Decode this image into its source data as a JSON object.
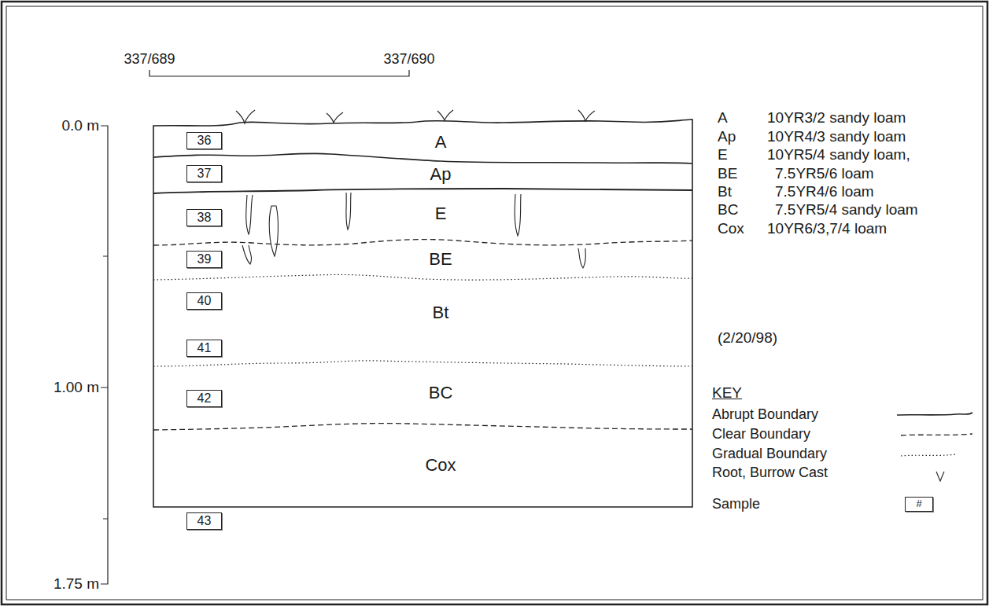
{
  "diagram": {
    "nodes": [
      {
        "text": [
          "36"
        ]
      },
      {
        "text": [
          "37"
        ]
      },
      {
        "text": [
          "38"
        ]
      },
      {
        "text": [
          "39"
        ]
      },
      {
        "text": [
          "40"
        ]
      },
      {
        "text": [
          "41"
        ]
      },
      {
        "text": [
          "42"
        ]
      },
      {
        "text": [
          "43"
        ]
      },
      {
        "text": [
          "#"
        ]
      }
    ],
    "labels": [
      "337/689",
      "337/690",
      "0.0 m",
      "1.00 m",
      "1.75 m",
      "A",
      "Ap",
      "E",
      "BE",
      "Bt",
      "BC",
      "Cox",
      "A",
      "10YR3/2 sandy loam",
      "Ap",
      "10YR4/3 sandy loam",
      "E",
      "10YR5/4 sandy loam,",
      "BE",
      "7.5YR5/6 loam",
      "Bt",
      "7.5YR4/6 loam",
      "BC",
      "7.5YR5/4 sandy loam",
      "Cox",
      "10YR6/3,7/4 loam",
      "(2/20/98)",
      "KEY"
    ],
    "legend": [
      {
        "text": "Abrupt Boundary"
      },
      {
        "text": "Clear Boundary"
      },
      {
        "text": "Gradual Boundary"
      },
      {
        "text": "Root, Burrow Cast"
      },
      {
        "text": "Sample"
      }
    ]
  }
}
